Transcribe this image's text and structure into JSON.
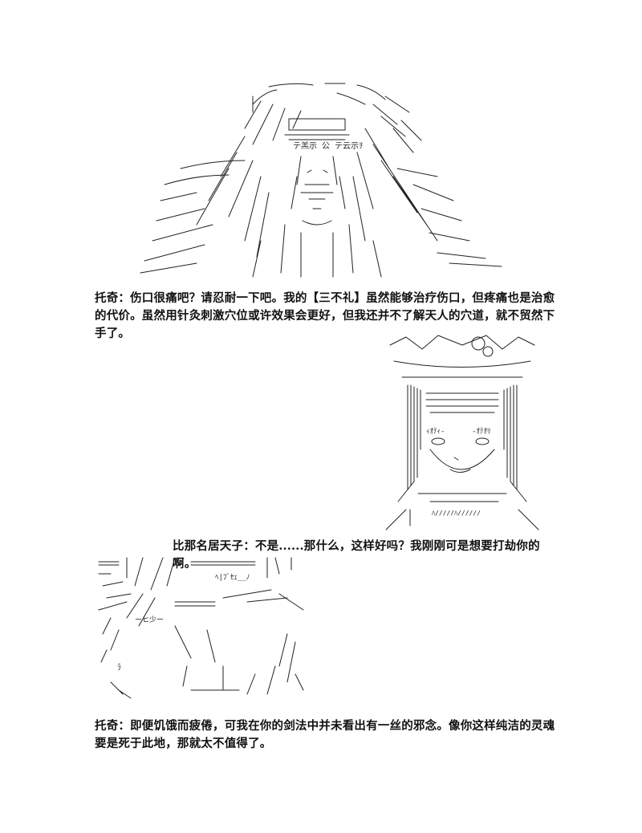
{
  "paragraphs": [
    "托奇：伤口很痛吧？请忍耐一下吧。我的【三不礼】虽然能够治疗伤口，但疼痛也是治愈的代价。虽然用针灸刺激穴位或许效果会更好，但我还并不了解天人的穴道，就不贸然下手了。",
    "比那名居天子：不是......那什么，这样好吗？我刚刚可是想要打劫你的啊。",
    "托奇：即便饥饿而疲倦，可我在你的剑法中并未看出有一丝的邪念。像你这样纯洁的灵魂要是死于此地，那就太不值得了。"
  ],
  "art": {
    "tochi_glasses_text": "テ羔示 公 テ云示ｦ",
    "tenshi_eye_left": "ｨｵﾃｨ-",
    "tenshi_eye_right": "-ｵﾃｵﾘ",
    "tenshi_bottom_text": "ﾊ/////ﾊ//////",
    "scene_text_1": "ﾍ|ﾌﾞｾｪ__ﾉ",
    "scene_text_2": "ーヒ少ー",
    "scene_text_3": "ﾗ"
  }
}
